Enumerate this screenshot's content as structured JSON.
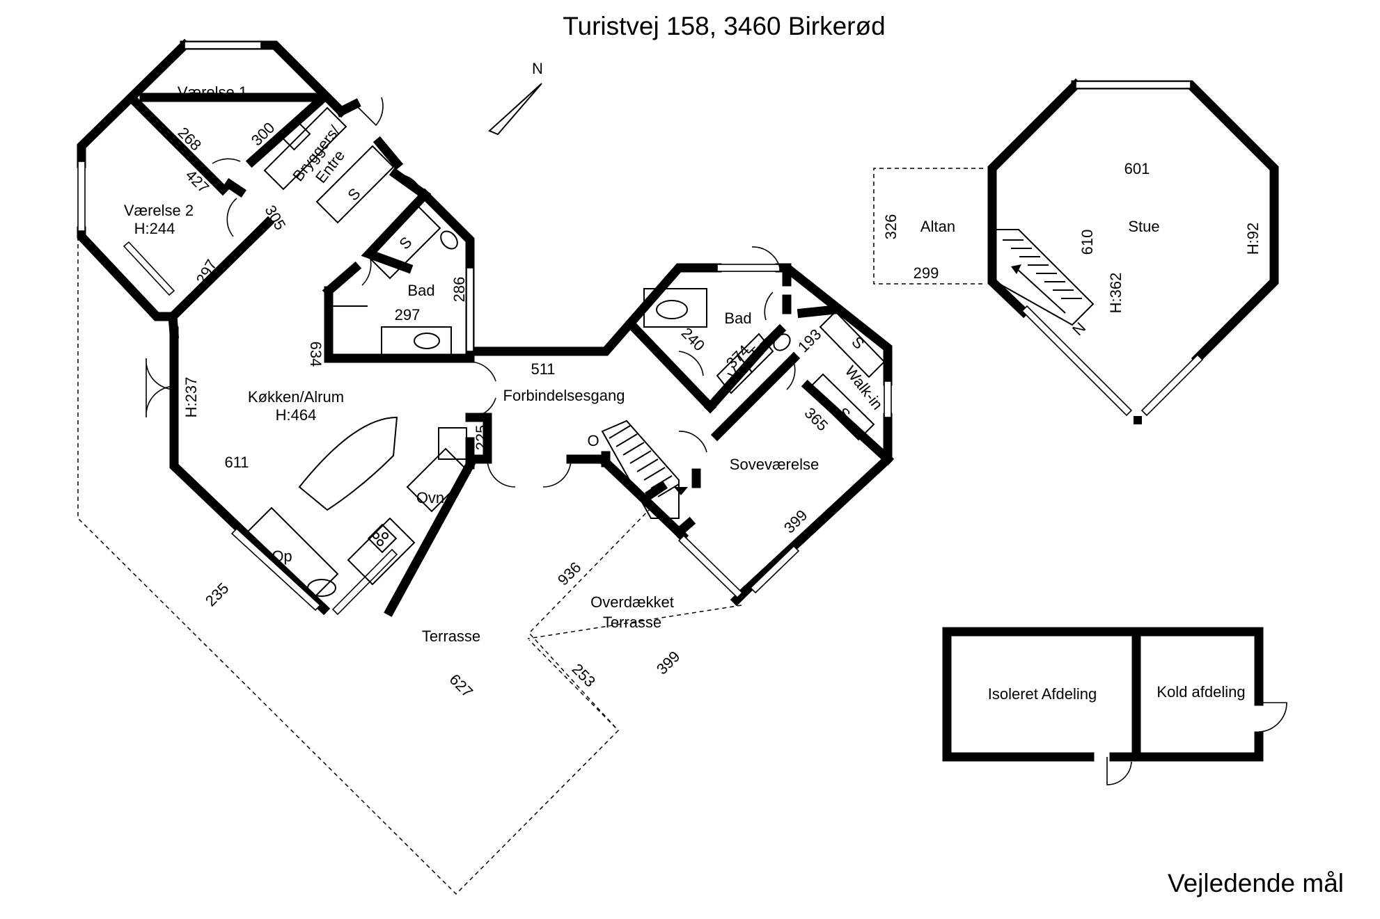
{
  "title": "Turistvej 158, 3460 Birkerød",
  "footer": "Vejledende mål",
  "compass": {
    "label": "N"
  },
  "rooms": {
    "vaerelse1": "Værelse 1",
    "vaerelse2": "Værelse 2",
    "vaerelse2_height": "H:244",
    "bryggers_line1": "Bryggers/",
    "bryggers_line2": "Entre",
    "bad1": "Bad",
    "koekken_line1": "Køkken/Alrum",
    "koekken_height": "H:464",
    "forbindelsesgang": "Forbindelsesgang",
    "bad2": "Bad",
    "walkin": "Walk-in",
    "sovevaerelse": "Soveværelse",
    "terrasse": "Terrasse",
    "overdaekket_line1": "Overdækket",
    "overdaekket_line2": "Terrasse",
    "altan": "Altan",
    "stue": "Stue",
    "isoleret": "Isoleret Afdeling",
    "kold": "Kold afdeling"
  },
  "fixtures": {
    "s": "S",
    "op": "Op",
    "ovn": "Ovn",
    "v": "V",
    "t": "T",
    "o": "O",
    "stair_n": "N"
  },
  "dimensions": {
    "d300": "300",
    "d268": "268",
    "d427": "427",
    "d305": "305",
    "d297a": "297",
    "d286": "286",
    "d297b": "297",
    "d634": "634",
    "h237": "H:237",
    "d611": "611",
    "d511": "511",
    "d225": "225",
    "d240": "240",
    "d374": "374",
    "d193": "193",
    "d365": "365",
    "d399a": "399",
    "d936": "936",
    "d235": "235",
    "d627": "627",
    "d253": "253",
    "d399b": "399",
    "d326": "326",
    "d299": "299",
    "d601": "601",
    "d610": "610",
    "h362": "H:362",
    "h92": "H:92"
  }
}
